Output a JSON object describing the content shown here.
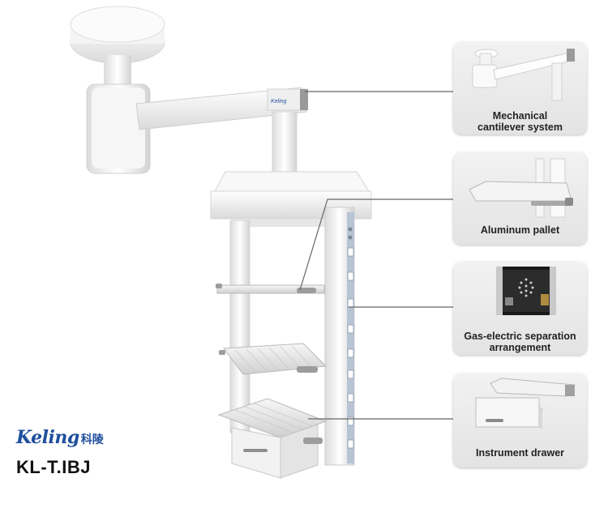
{
  "brand": {
    "logo_text": "Keling",
    "logo_chinese": "科陵",
    "model": "KL-T.IBJ"
  },
  "arm_label": "Keling",
  "features": [
    {
      "label": "Mechanical cantilever system",
      "icon": "cantilever-arm"
    },
    {
      "label": "Aluminum pallet",
      "icon": "pallet-shelf"
    },
    {
      "label": "Gas-electric separation arrangement",
      "icon": "gas-outlet-panel"
    },
    {
      "label": "Instrument drawer",
      "icon": "drawer"
    }
  ]
}
